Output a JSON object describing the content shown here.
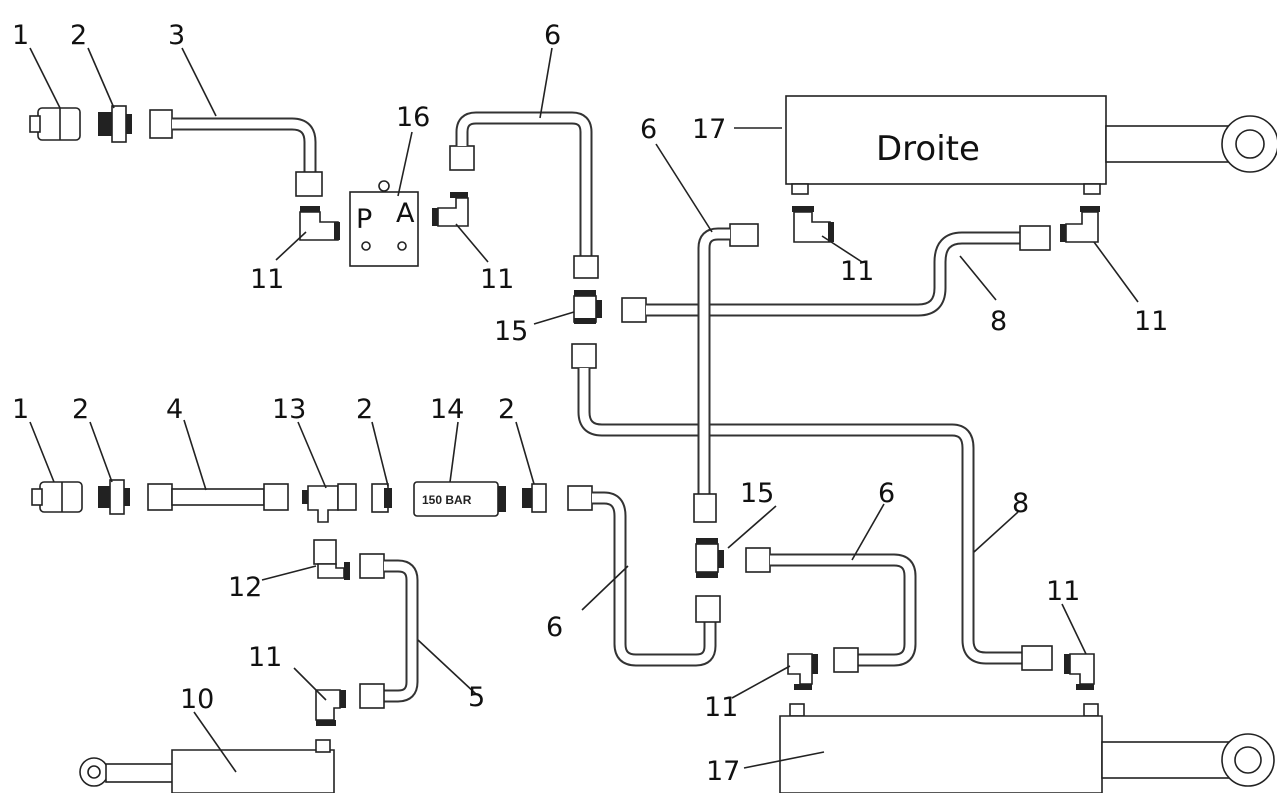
{
  "diagram": {
    "cylinder_right_tag": "Droite",
    "gauge_label": "150 BAR",
    "manifold_letters": [
      "P",
      "A"
    ],
    "part_numbers": {
      "n1_top": "1",
      "n2_top": "2",
      "n3": "3",
      "n16": "16",
      "n6_top": "6",
      "n6_mid": "6",
      "n17_top": "17",
      "n11_a": "11",
      "n11_b": "11",
      "n11_c": "11",
      "n8_top": "8",
      "n11_d": "11",
      "n15_top": "15",
      "n1_bot": "1",
      "n2_bot_a": "2",
      "n4": "4",
      "n13": "13",
      "n2_bot_b": "2",
      "n14": "14",
      "n2_bot_c": "2",
      "n15_bot": "15",
      "n6_bot_r": "6",
      "n8_bot": "8",
      "n12": "12",
      "n6_bot_l": "6",
      "n11_e": "11",
      "n11_f": "11",
      "n5": "5",
      "n11_g": "11",
      "n10": "10",
      "n17_bot": "17"
    }
  }
}
